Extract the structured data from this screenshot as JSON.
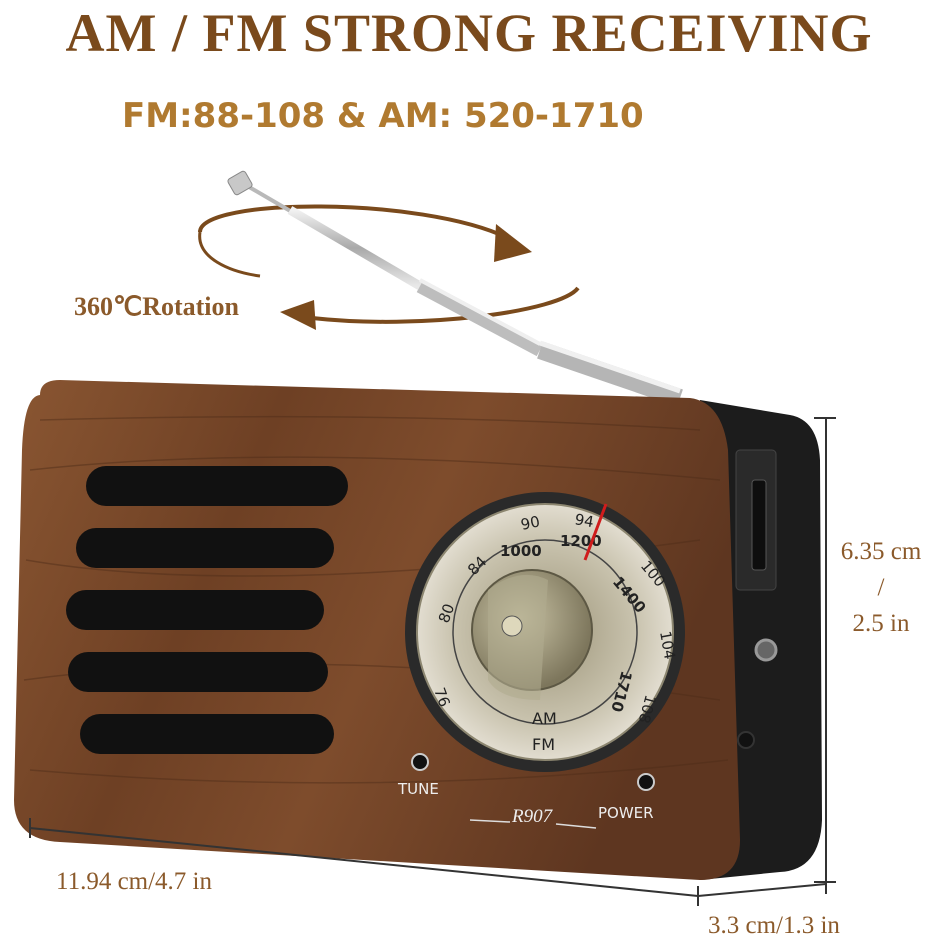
{
  "headline": "AM / FM STRONG RECEIVING",
  "subheadline": "FM:88-108 & AM: 520-1710",
  "rotation_label": "360℃Rotation",
  "dimensions": {
    "height_cm": "6.35 cm",
    "height_sep": "/",
    "height_in": "2.5 in",
    "width": "11.94 cm/4.7 in",
    "depth": "3.3 cm/1.3 in"
  },
  "radio": {
    "model": "R907",
    "tune_label": "TUNE",
    "power_label": "POWER",
    "band_am": "AM",
    "band_fm": "FM",
    "fm_scale": [
      "76",
      "80",
      "84",
      "90",
      "94",
      "100",
      "104",
      "108"
    ],
    "am_scale": [
      "1000",
      "1200",
      "1400",
      "1710"
    ]
  },
  "colors": {
    "title_brown": "#7a4a1c",
    "accent_gold": "#b07a30",
    "wood": "#7a4a2a",
    "arrow": "#7a4a1c"
  }
}
